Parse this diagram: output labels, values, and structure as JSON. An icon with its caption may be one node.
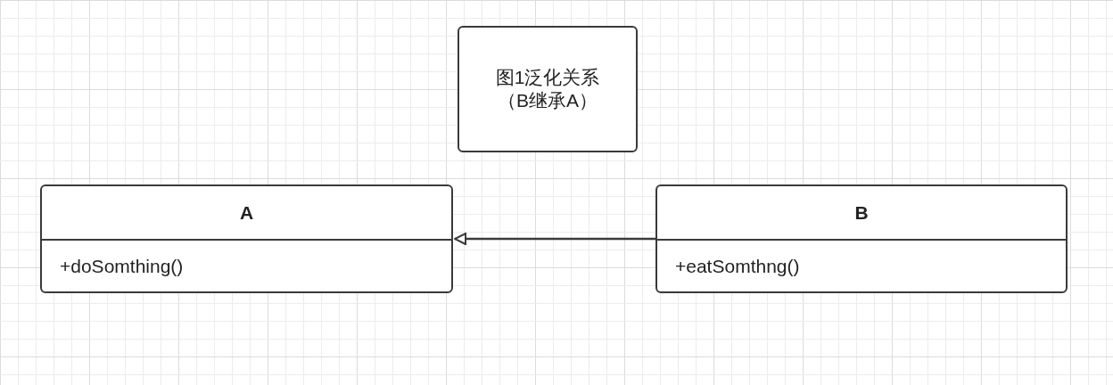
{
  "diagram": {
    "nodes": [
      {
        "text": [
          "图1泛化关系（B继承A）"
        ]
      },
      {
        "text": [
          "A",
          "+doSomthing()"
        ]
      },
      {
        "text": [
          "B",
          "+eatSomthng()"
        ]
      }
    ],
    "edges": [
      {
        "from": 2,
        "to": 1,
        "arrow": "to"
      }
    ]
  }
}
